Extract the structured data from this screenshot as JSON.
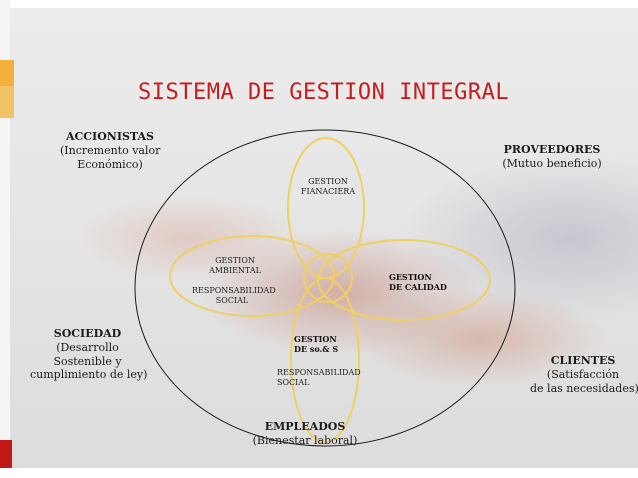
{
  "title": "SISTEMA DE GESTION INTEGRAL",
  "stakeholders": {
    "accionistas": {
      "head": "ACCIONISTAS",
      "line1": "(Incremento valor",
      "line2": "Económico)"
    },
    "proveedores": {
      "head": "PROVEEDORES",
      "line1": "(Mutuo beneficio)"
    },
    "sociedad": {
      "head": "SOCIEDAD",
      "line1": "(Desarrollo",
      "line2": "Sostenible y",
      "line3": "cumplimiento de ley)"
    },
    "clientes": {
      "head": "CLIENTES",
      "line1": "(Satisfacción",
      "line2": "de las necesidades)"
    },
    "empleados": {
      "head": "EMPLEADOS",
      "line1": "(Bienestar laboral)"
    }
  },
  "systems": {
    "financiera": {
      "line1": "GESTION",
      "line2": "FIANACIERA"
    },
    "ambiental": {
      "line1": "GESTION",
      "line2": "AMBIENTAL"
    },
    "resp_social_left": {
      "line1": "RESPONSABILIDAD",
      "line2": "SOCIAL"
    },
    "calidad": {
      "line1": "GESTION",
      "line2": "DE CALIDAD"
    },
    "so_s": {
      "line1": "GESTION",
      "line2": "DE so.& S"
    },
    "resp_social_bottom": {
      "line1": "RESPONSABILIDAD",
      "line2": "SOCIAL"
    }
  },
  "colors": {
    "title": "#c41d1d",
    "ellipse_stroke": "#f0d061",
    "outer_stroke": "#1a1a1a"
  }
}
